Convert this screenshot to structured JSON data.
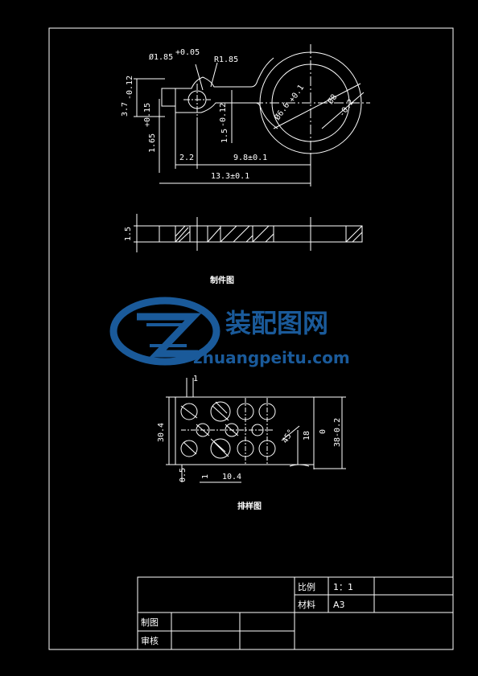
{
  "part_view": {
    "dims": {
      "hole_dia": "Ø1.85",
      "hole_dia_tol": "+0.05",
      "radius": "R1.85",
      "height_left": "3.7",
      "height_left_tol": "-0.12",
      "small_height": "1.65",
      "small_height_tol": "+0.15",
      "neck": "1.5",
      "neck_tol": "-0.12",
      "inner_dia": "Ø6.6",
      "inner_dia_tol": "+0.1",
      "outer_dia": "Ø8",
      "outer_dia_tol": "-0.2",
      "len_2_2": "2.2",
      "len_9_8": "9.8±0.1",
      "len_13_3": "13.3±0.1"
    },
    "section_thickness": "1.5",
    "caption": "制件图"
  },
  "layout_view": {
    "dims": {
      "top_1": "1",
      "height_30_4": "30.4",
      "bottom_0_5": "0.5",
      "bottom_1": "1",
      "pitch_10_4": "10.4",
      "right_18": "18",
      "right_38": "38-0.2",
      "angle": "45°",
      "zero": "0"
    },
    "caption": "排样图"
  },
  "watermark": {
    "cn": "装配图网",
    "url": "zhuangpeitu.com"
  },
  "title_block": {
    "scale_label": "比例",
    "scale_value": "1：1",
    "material_label": "材料",
    "material_value": "A3",
    "drawn_label": "制图",
    "checked_label": "审核"
  },
  "colors": {
    "line": "#ffffff",
    "watermark": "#1a5a9a",
    "background": "#000000"
  }
}
